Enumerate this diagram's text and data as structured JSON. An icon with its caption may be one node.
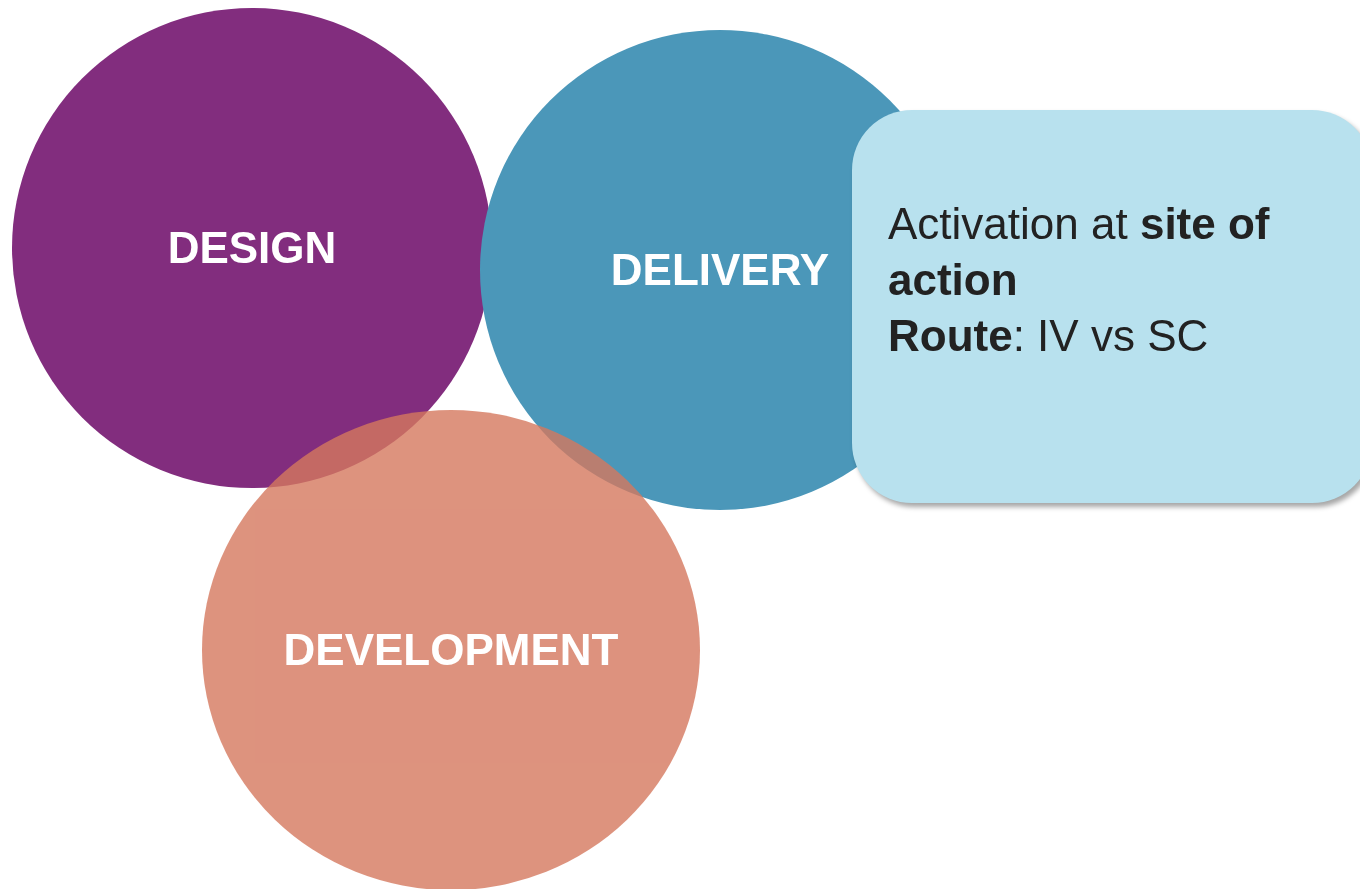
{
  "diagram": {
    "nodes": [
      {
        "text": [
          "DESIGN"
        ]
      },
      {
        "text": [
          "DELIVERY"
        ]
      },
      {
        "text": [
          "DEVELOPMENT"
        ]
      },
      {
        "text": [
          "Activation at **site of action**",
          "**Route**: IV vs SC"
        ]
      }
    ]
  }
}
